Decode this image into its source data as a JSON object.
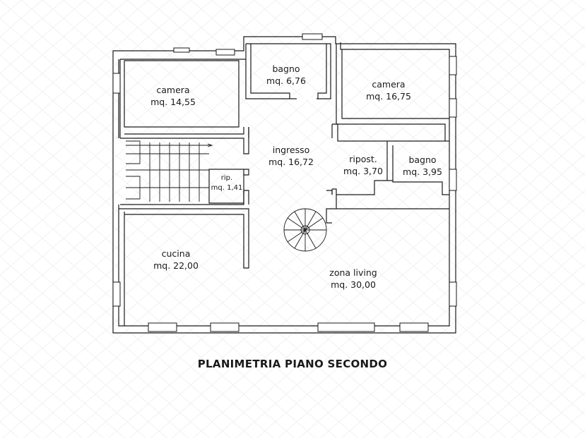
{
  "plan": {
    "title": "PLANIMETRIA PIANO SECONDO",
    "wall_color": "#1a1a1a",
    "background_pattern_color": "#e9e9e9",
    "rooms": [
      {
        "id": "camera-left",
        "name": "camera",
        "area": "mq. 14,55"
      },
      {
        "id": "bagno-top",
        "name": "bagno",
        "area": "mq. 6,76"
      },
      {
        "id": "camera-right",
        "name": "camera",
        "area": "mq. 16,75"
      },
      {
        "id": "ingresso",
        "name": "ingresso",
        "area": "mq. 16,72"
      },
      {
        "id": "ripost",
        "name": "ripost.",
        "area": "mq. 3,70"
      },
      {
        "id": "bagno-right",
        "name": "bagno",
        "area": "mq. 3,95"
      },
      {
        "id": "rip",
        "name": "rip.",
        "area": "mq. 1,41"
      },
      {
        "id": "cucina",
        "name": "cucina",
        "area": "mq. 22,00"
      },
      {
        "id": "zona-living",
        "name": "zona living",
        "area": "mq. 30,00"
      }
    ],
    "icons": [
      "spiral-staircase-icon",
      "straight-staircase-icon",
      "window-icon",
      "door-opening-icon"
    ]
  }
}
